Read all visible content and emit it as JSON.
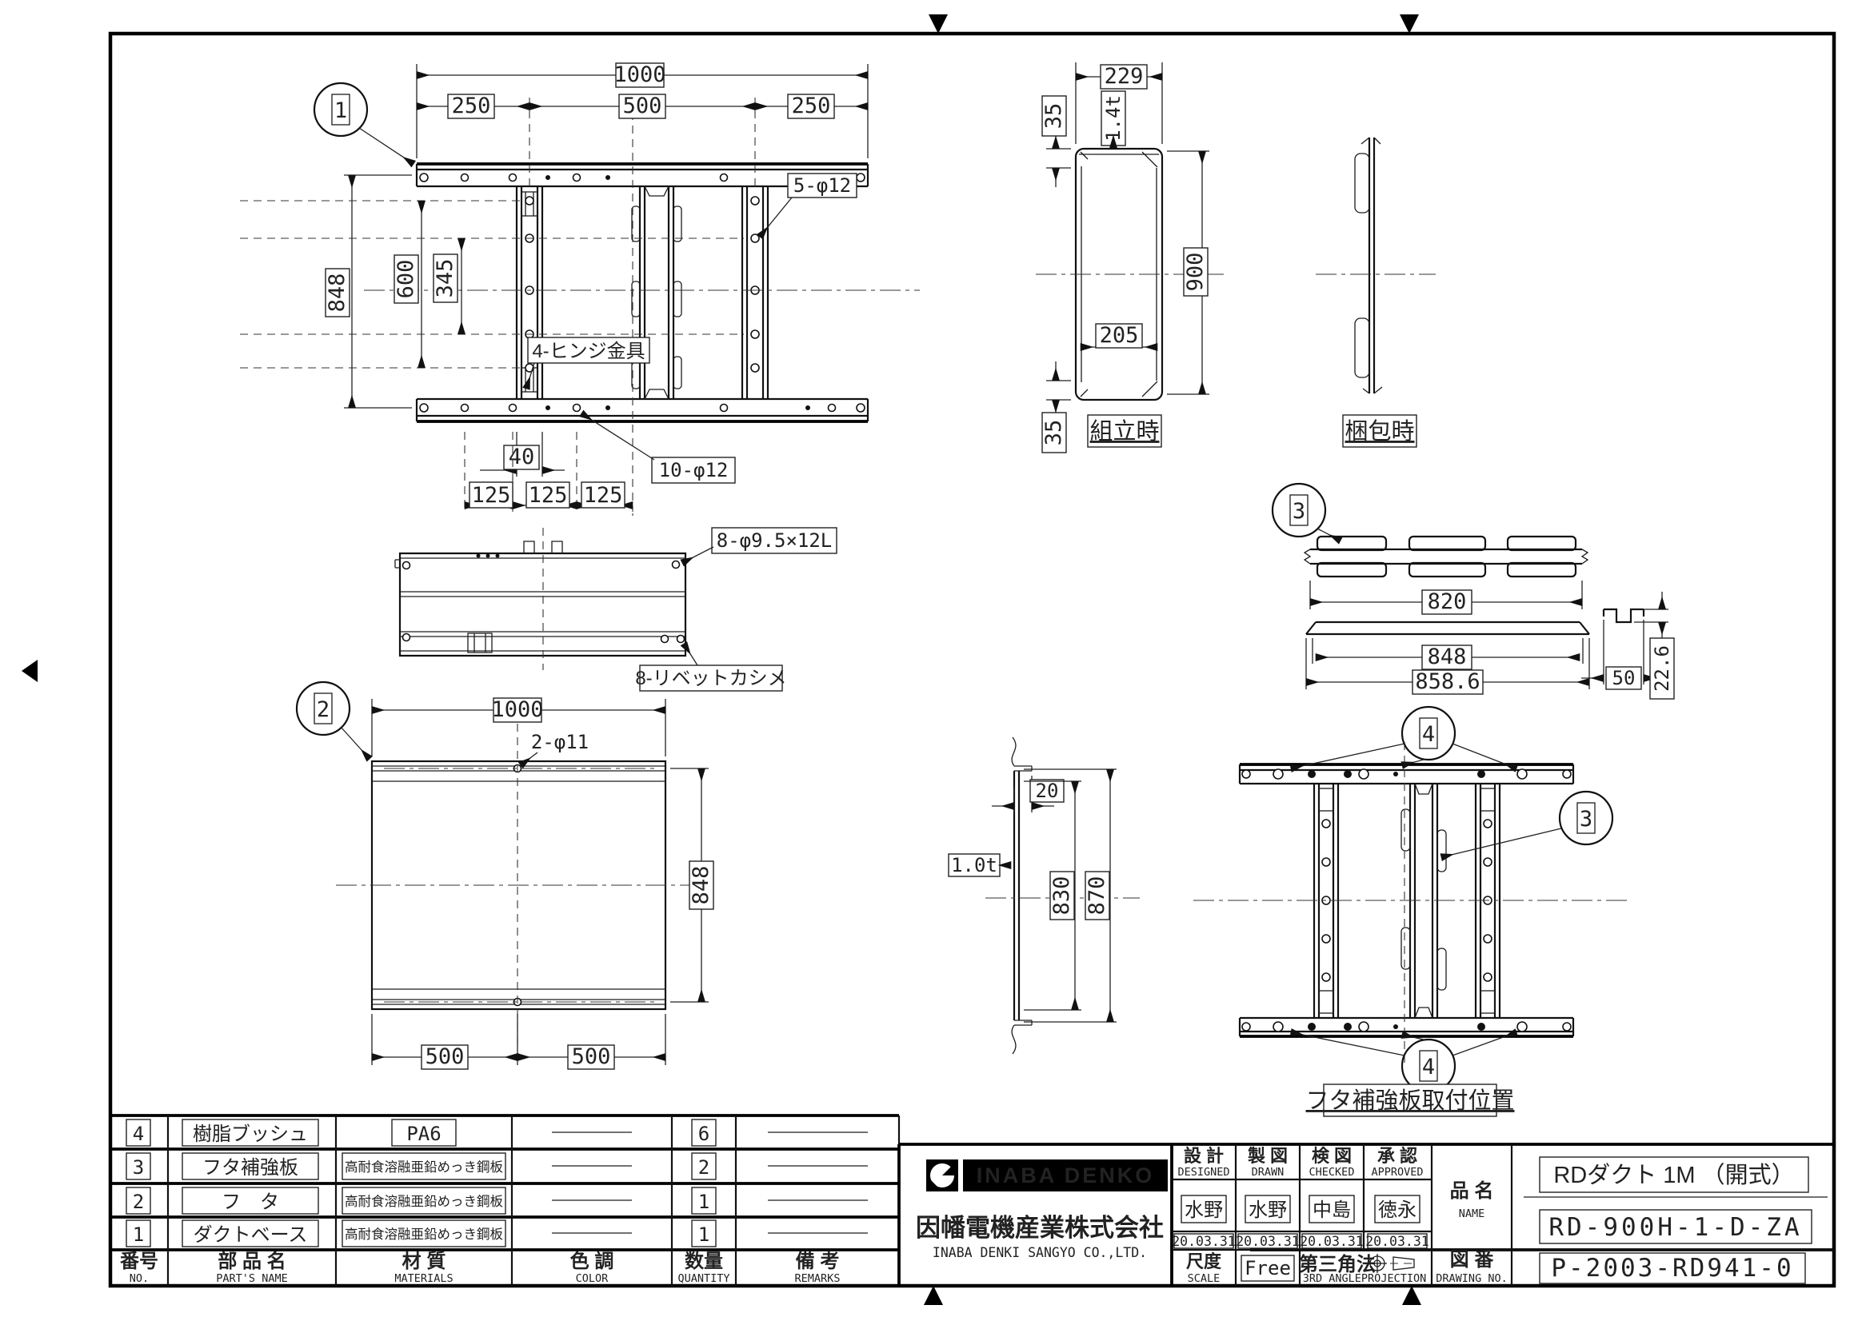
{
  "balloons": {
    "one": "1",
    "two": "2",
    "three": "3",
    "four": "4"
  },
  "view_base_plan": {
    "dim_total": "1000",
    "dim_left": "250",
    "dim_mid": "500",
    "dim_right": "250",
    "dim_height": "848",
    "dim_600": "600",
    "dim_345": "345",
    "dim_40": "40",
    "dim_125a": "125",
    "dim_125b": "125",
    "dim_125c": "125",
    "label_holes5": "5-φ12",
    "label_hinge": "4-ヒンジ金具",
    "label_holes10": "10-φ12"
  },
  "view_base_side": {
    "label_burring": "8-φ9.5×12L",
    "label_rivet": "8-リベットカシメ"
  },
  "view_assembled": {
    "dim_width": "229",
    "dim_35_top": "35",
    "dim_thick": "1.4t",
    "dim_height": "900",
    "dim_inner": "205",
    "dim_35_bottom": "35",
    "caption": "組立時"
  },
  "view_packed": {
    "caption": "梱包時"
  },
  "view_plate": {
    "dim_820": "820",
    "dim_848": "848",
    "dim_858": "858.6",
    "dim_50": "50",
    "dim_226": "22.6"
  },
  "view_cover_plan": {
    "dim_total": "1000",
    "label_holes": "2-φ11",
    "dim_height": "848",
    "dim_l500": "500",
    "dim_r500": "500"
  },
  "view_cover_section": {
    "dim_20": "20",
    "dim_thick": "1.0t",
    "dim_830": "830",
    "dim_870": "870"
  },
  "view_positions": {
    "caption": "フタ補強板取付位置"
  },
  "parts_table": {
    "headers": {
      "no_jp": "番号",
      "no_en": "NO.",
      "name_jp": "部 品 名",
      "name_en": "PART'S NAME",
      "mat_jp": "材 質",
      "mat_en": "MATERIALS",
      "color_jp": "色 調",
      "color_en": "COLOR",
      "qty_jp": "数量",
      "qty_en": "QUANTITY",
      "rem_jp": "備 考",
      "rem_en": "REMARKS"
    },
    "rows": [
      {
        "no": "4",
        "name": "樹脂ブッシュ",
        "material": "PA6",
        "qty": "6"
      },
      {
        "no": "3",
        "name": "フタ補強板",
        "material": "高耐食溶融亜鉛めっき鋼板",
        "qty": "2"
      },
      {
        "no": "2",
        "name": "フ　タ",
        "material": "高耐食溶融亜鉛めっき鋼板",
        "qty": "1"
      },
      {
        "no": "1",
        "name": "ダクトベース",
        "material": "高耐食溶融亜鉛めっき鋼板",
        "qty": "1"
      }
    ]
  },
  "title_block": {
    "logo_text": "INABA DENKO",
    "company_jp": "因幡電機産業株式会社",
    "company_en": "INABA DENKI SANGYO CO.,LTD.",
    "designed_jp": "設 計",
    "designed_en": "DESIGNED",
    "designed_name": "水野",
    "designed_date": "20.03.31",
    "drawn_jp": "製 図",
    "drawn_en": "DRAWN",
    "drawn_name": "水野",
    "drawn_date": "20.03.31",
    "checked_jp": "検 図",
    "checked_en": "CHECKED",
    "checked_name": "中島",
    "checked_date": "20.03.31",
    "approved_jp": "承 認",
    "approved_en": "APPROVED",
    "approved_name": "徳永",
    "approved_date": "20.03.31",
    "scale_jp": "尺度",
    "scale_en": "SCALE",
    "scale_value": "Free",
    "projection_jp": "第三角法",
    "projection_en": "3RD ANGLEPROJECTION",
    "name_jp": "品 名",
    "name_en": "NAME",
    "product_name": "RDダクト 1M （開式）",
    "product_code": "RD-900H-1-D-ZA",
    "dwgno_jp": "図 番",
    "dwgno_en": "DRAWING NO.",
    "drawing_no": "P-2003-RD941-0"
  }
}
